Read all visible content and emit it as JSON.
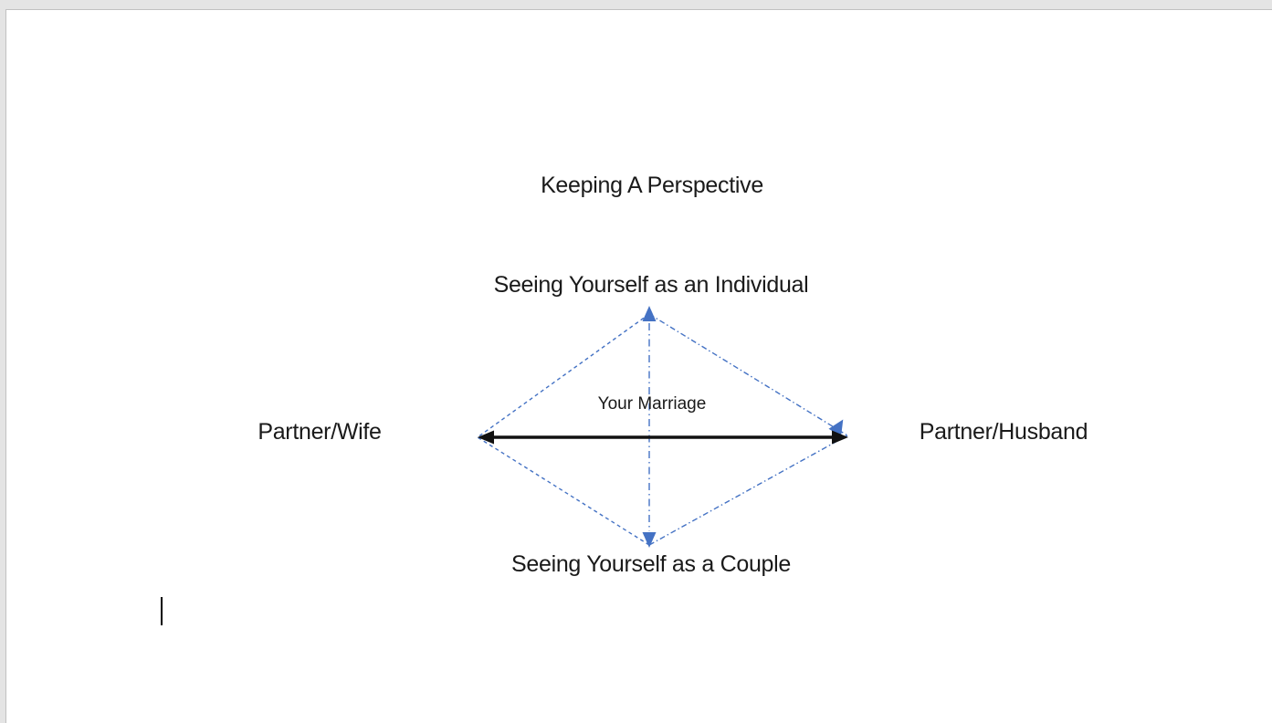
{
  "document": {
    "heading": "Keeping A Perspective",
    "diagram": {
      "top_label": "Seeing Yourself as an Individual",
      "left_label": "Partner/Wife",
      "right_label": "Partner/Husband",
      "bottom_label": "Seeing Yourself as a Couple",
      "center_label": "Your Marriage"
    }
  },
  "colors": {
    "accent-blue": "#4472C4",
    "arrow-black": "#111111",
    "text-ink": "#1A1A1A",
    "canvas-gray": "#E4E4E4",
    "page-white": "#FFFFFF",
    "page-border": "#C1C1C1"
  }
}
